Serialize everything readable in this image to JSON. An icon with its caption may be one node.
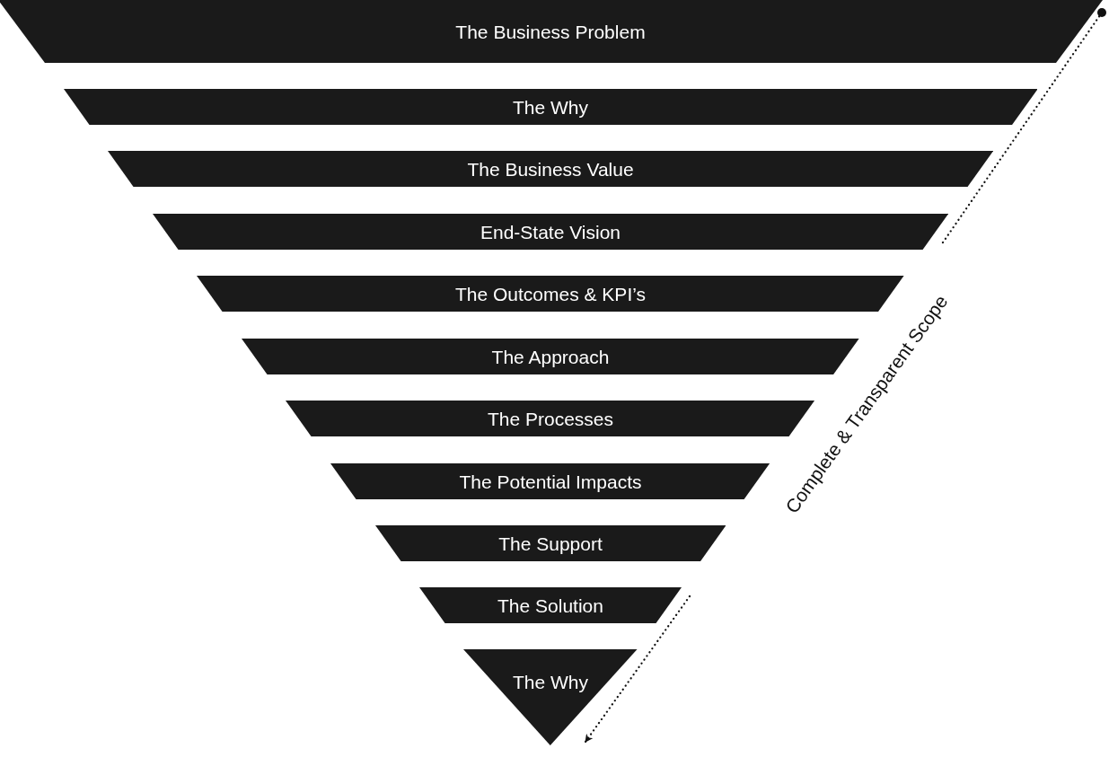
{
  "diagram": {
    "nodes": [
      {
        "text": [
          "The Business Problem"
        ]
      },
      {
        "text": [
          "The Why"
        ]
      },
      {
        "text": [
          "The Business Value"
        ]
      },
      {
        "text": [
          "End-State Vision"
        ]
      },
      {
        "text": [
          "The Outcomes & KPI’s"
        ]
      },
      {
        "text": [
          "The Approach"
        ]
      },
      {
        "text": [
          "The Processes"
        ]
      },
      {
        "text": [
          "The Potential Impacts"
        ]
      },
      {
        "text": [
          "The Support"
        ]
      },
      {
        "text": [
          "The Solution"
        ]
      },
      {
        "text": [
          "The Why"
        ]
      }
    ],
    "labels": [
      "Complete & Transparent Scope"
    ]
  }
}
